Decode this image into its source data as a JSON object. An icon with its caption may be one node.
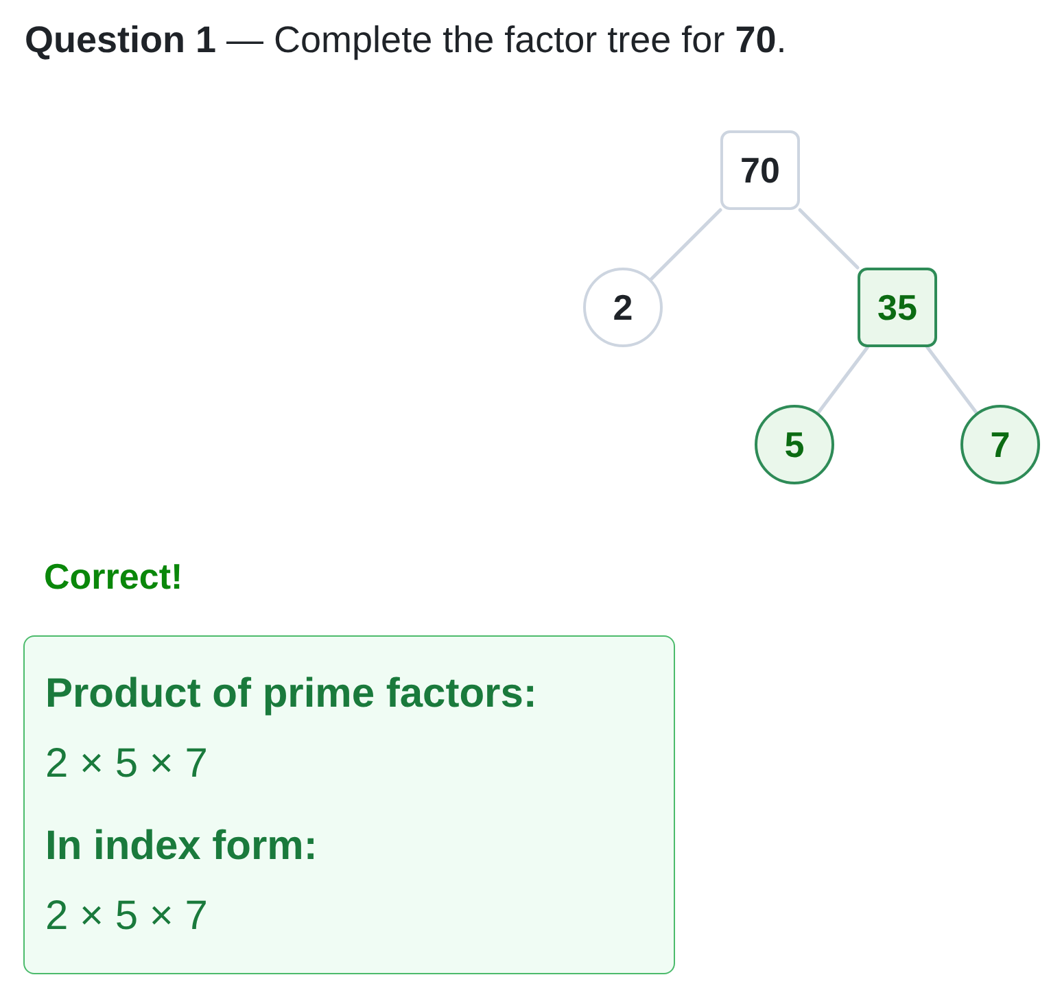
{
  "diagram": {
    "title": "**Question 1** — Complete the factor tree for **70**.",
    "nodes": [
      {
        "text": [
          "70"
        ]
      },
      {
        "text": [
          "2"
        ]
      },
      {
        "text": [
          "35"
        ]
      },
      {
        "text": [
          "5"
        ]
      },
      {
        "text": [
          "7"
        ]
      },
      {
        "text": [
          "Product of prime factors:",
          "2 × 5 × 7",
          "In index form:",
          "2 × 5 × 7"
        ]
      }
    ],
    "edges": [
      {
        "from": 0,
        "to": 1,
        "arrow": "none"
      },
      {
        "from": 0,
        "to": 2,
        "arrow": "none"
      },
      {
        "from": 2,
        "to": 3,
        "arrow": "none"
      },
      {
        "from": 2,
        "to": 4,
        "arrow": "none"
      }
    ],
    "labels": [
      "Correct!"
    ]
  }
}
